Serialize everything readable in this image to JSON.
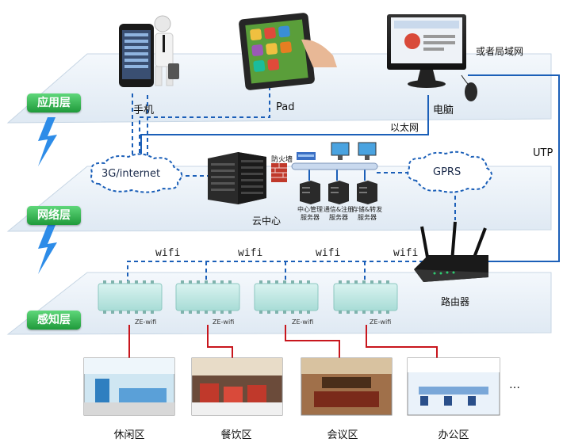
{
  "layers": {
    "application": "应用层",
    "network": "网络层",
    "perception": "感知层"
  },
  "devices": {
    "phone": "手机",
    "pad": "Pad",
    "pc": "电脑"
  },
  "links": {
    "lan": "或者局域网",
    "ethernet": "以太网",
    "utp": "UTP",
    "internet": "3G/internet",
    "gprs": "GPRS",
    "firewall": "防火墙",
    "cloud_center": "云中心",
    "router": "路由器",
    "wifi": [
      "wifi",
      "wifi",
      "wifi",
      "wifi"
    ]
  },
  "servers": [
    {
      "line1": "中心管理",
      "line2": "服务器"
    },
    {
      "line1": "通信&注册",
      "line2": "服务器"
    },
    {
      "line1": "存储&转发",
      "line2": "服务器"
    }
  ],
  "gateways": [
    "ZE-wifi",
    "ZE-wifi",
    "ZE-wifi",
    "ZE-wifi"
  ],
  "zones": [
    "休闲区",
    "餐饮区",
    "会议区",
    "办公区"
  ],
  "more": "…",
  "colors": {
    "layer_tag": "#2aa845",
    "connector_blue": "#1b5fb8",
    "connector_red": "#c8161d",
    "gateway": "#bfe8e4"
  }
}
